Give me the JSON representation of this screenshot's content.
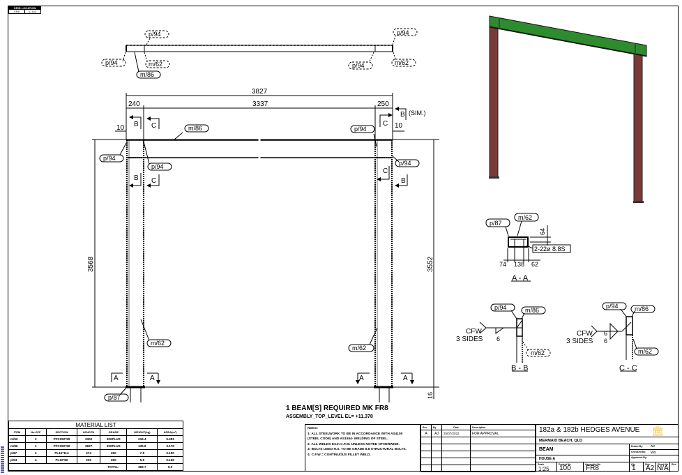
{
  "grid_location": {
    "title": "GRID LOCATION",
    "values": [
      "FR8",
      "C-D/2"
    ]
  },
  "plan_view": {
    "labels": {
      "p94_top_left": "p/94",
      "p94_top_right": "p/94",
      "p94_left": "p/94",
      "p94_right_mid": "p/94",
      "m62_left": "m/62",
      "m62_right": "m/62",
      "m86": "m/86"
    }
  },
  "elevation": {
    "dims": {
      "overall": "3827",
      "left_offset": "240",
      "middle": "3337",
      "right_offset": "250",
      "left_edge": "10",
      "right_edge": "10",
      "left_height": "3568",
      "right_height": "3552",
      "base": "16"
    },
    "sections": {
      "b": "B",
      "c": "C",
      "a": "A",
      "sim": "(SIM.)"
    },
    "labels": {
      "m86": "m/86",
      "p94_tl": "p/94",
      "p94_tr": "p/94",
      "p94_l": "p/94",
      "p94_lm": "p/94",
      "p94_r": "p/94",
      "m62_l": "m/62",
      "m62_r": "m/62",
      "p87": "p/87"
    }
  },
  "requirement": {
    "line1": "1  BEAM[S]  REQUIRED  MK FR8",
    "line2": "ASSEMBLY_TOP_LEVEL EL=  +11.378"
  },
  "section_aa": {
    "title": "A - A",
    "p87": "p/87",
    "m62": "m/62",
    "bolt": "2-22ø 8.8S",
    "dim_h": "64",
    "dims": [
      "74",
      "138",
      "62"
    ]
  },
  "section_bb": {
    "title": "B - B",
    "p94": "p/94",
    "m86": "m/86",
    "m62": "m/62",
    "weld": "CFW",
    "sides": "3 SIDES",
    "size": "6"
  },
  "section_cc": {
    "title": "C - C",
    "p94": "p/94",
    "m86": "m/86",
    "m62": "m/62",
    "weld": "CFW",
    "sides": "3 SIDES",
    "size_top": "6",
    "size_bot": "6"
  },
  "model_colors": {
    "beam": "#2e8b2e",
    "column": "#7a3a3a"
  },
  "material_list": {
    "title": "MATERIAL LIST",
    "headers": [
      "ITEM",
      "No.OFF",
      "SECTION",
      "LENGTH",
      "GRADE",
      "WEIGHT(kg)",
      "AREA(m²)"
    ],
    "rows": [
      [
        "m/62",
        "2",
        "PFC250*90",
        "3302",
        "300PLUS",
        "234.4",
        "5.481"
      ],
      [
        "m/86",
        "1",
        "PFC250*90",
        "3827",
        "300PLUS",
        "135.8",
        "3.176"
      ],
      [
        "p/87",
        "2",
        "PL16*114",
        "274",
        "250",
        "7.8",
        "0.150"
      ],
      [
        "p/94",
        "4",
        "PL10*82",
        "220",
        "250",
        "5.6",
        "0.166"
      ]
    ],
    "total_label": "TOTAL:",
    "total_weight": "383.7",
    "total_area": "9.0"
  },
  "notes": {
    "title": "Notes:",
    "lines": [
      "1: ALL STEELWORK TO BE IN ACCORDANCE WITH AS4100",
      "(STEEL CODE) AND AS1554- WELDING OF STEEL.",
      "2: ALL WELDS 6mm C.F.W. UNLESS NOTED OTHERWISE.",
      "3: BOLTS USED H.S. TO BE GRADE 8.8 STRUCTURAL BOLTS.",
      "4: C.F.W = CONTINUOUS FILLET WELD."
    ]
  },
  "revisions": {
    "headers": [
      "Rev",
      "By",
      "Date",
      "Description"
    ],
    "rows": [
      [
        "A",
        "AJ",
        "25/07/2022",
        "FOR APPROVAL"
      ]
    ]
  },
  "title_block": {
    "project": "182a & 182b HEDGES AVENUE",
    "location": "MERMAID BEACH, QLD",
    "drawing": "BEAM",
    "house": "HOUSE-A",
    "drawn_by_label": "Drawn By:",
    "drawn_by": "AJ",
    "checked_by_label": "Checked By:",
    "checked_by": "V.G",
    "approved_by_label": "Approved By:",
    "approved_by": "",
    "scale_label": "Scale",
    "scale": "1:25",
    "project_no_label": "Project No",
    "project_no": "100",
    "assembly_no_label": "Assembly No",
    "assembly_no": "FR8",
    "qty_label": "Qty",
    "qty": "1",
    "size_label": "Size",
    "size": "A2",
    "sheet_label": "Sheet No",
    "sheet": "N/A",
    "rev_label": "Rev",
    "rev": "",
    "logo": "building-logo-icon"
  }
}
